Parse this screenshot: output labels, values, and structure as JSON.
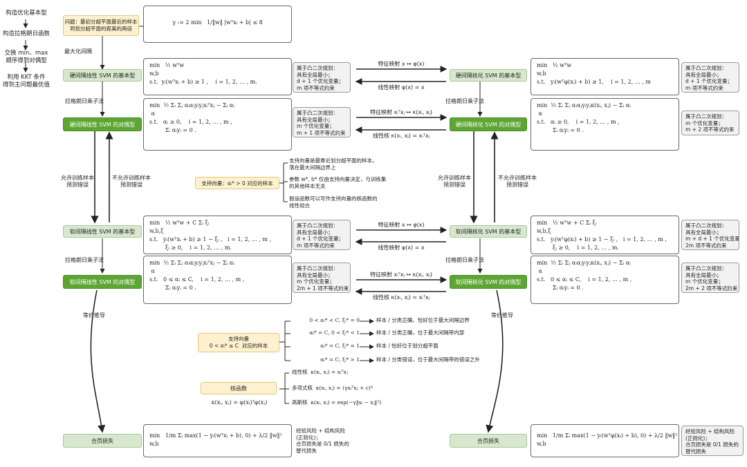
{
  "flow": {
    "step1": "构造优化基本型",
    "step2": "构造拉格朗日函数",
    "step3": "交换 min、max\n顺序得到对偶型",
    "step4": "利用 KKT 条件\n得到主问题最优值"
  },
  "top": {
    "question": "问题：最初分超平面最近的样本\n到划分超平面的距离的两倍",
    "gamma_formula": "γ := 2 min   1/‖w‖ |wᵀxᵢ + b| ≤ 8",
    "max_margin": "最大化间隔"
  },
  "left": {
    "hard_basic": "硬间隔线性 SVM 的基本型",
    "hard_dual": "硬间隔线性 SVM 的对偶型",
    "soft_basic": "软间隔线性 SVM 的基本型",
    "soft_dual": "软间隔线性 SVM 的对偶型",
    "hinge": "合页损失",
    "lagrange1": "拉格朗日乘子法",
    "lagrange2": "拉格朗日乘子法",
    "allow_wrong": "允许训练样本\n预测错误",
    "not_allow_wrong": "不允许训练样本\n预测错误",
    "equiv": "等价推导"
  },
  "right": {
    "hard_basic": "硬间隔核化 SVM 的基本型",
    "hard_dual": "硬间隔核化 SVM 的对偶型",
    "soft_basic": "软间隔核化 SVM 的基本型",
    "soft_dual": "软间隔核化 SVM 的对偶型",
    "hinge": "合页损失",
    "lagrange1": "拉格朗日乘子法",
    "lagrange2": "拉格朗日乘子法",
    "allow_wrong": "允许训练样本\n预测错误",
    "not_allow_wrong": "不允许训练样本\n预测错误",
    "equiv": "等价推导"
  },
  "formulas": {
    "l_hard_basic": "min   ½ wᵀw\nw,b\ns.t.  yᵢ(wᵀxᵢ + b) ≥ 1 ,    i = 1, 2, … , m.",
    "l_hard_dual": "min  ½ Σᵢ Σⱼ αᵢαⱼyᵢyⱼxᵢᵀxⱼ − Σᵢ αᵢ\n α\ns.t.   αᵢ ≥ 0,    i = 1, 2, … , m ,\n         Σᵢ αᵢyᵢ = 0 .",
    "l_soft_basic": "min   ½ wᵀw + C Σᵢ ξᵢ\nw,b,ξ\ns.t.   yᵢ(wᵀxᵢ + b) ≥ 1 − ξᵢ ,   i = 1, 2, … , m ,\n         ξᵢ ≥ 0,    i = 1, 2, … , m.",
    "l_soft_dual": "min  ½ Σᵢ Σⱼ αᵢαⱼyᵢyⱼxᵢᵀxⱼ − Σᵢ αᵢ\n α\ns.t.   0 ≤ αᵢ ≤ C,    i = 1, 2, … , m ,\n         Σᵢ αᵢyᵢ = 0 .",
    "l_hinge": "min   1/m Σᵢ max(1 − yᵢ(wᵀxᵢ + b), 0) + λ/2 ‖w‖²\nw,b",
    "r_hard_basic": "min   ½ wᵀw\nw,b\ns.t.   yᵢ(wᵀφ(xᵢ) + b) ≥ 1,    i = 1, 2, … , m",
    "r_hard_dual": "min  ½ Σᵢ Σⱼ αᵢαⱼyᵢyⱼκ(xᵢ, xⱼ) − Σᵢ αᵢ\n α\ns.t.   αᵢ ≥ 0,    i = 1, 2, … , m ,\n         Σᵢ αᵢyᵢ = 0 .",
    "r_soft_basic": "min   ½ wᵀw + C Σᵢ ξᵢ\nw,b,ξ\ns.t.   yᵢ(wᵀφ(xᵢ) + b) ≥ 1 − ξᵢ ,   i = 1, 2, … , m ,\n         ξᵢ ≥ 0,    i = 1, 2, … , m.",
    "r_soft_dual": "min  ½ Σᵢ Σⱼ αᵢαⱼyᵢyⱼκ(xᵢ, xⱼ) − Σᵢ αᵢ\n α\ns.t.   0 ≤ αᵢ ≤ C,    i = 1, 2, … , m ,\n         Σᵢ αᵢyᵢ = 0 .",
    "r_hinge": "min   1/m Σᵢ max(1 − yᵢ(wᵀφ(xᵢ) + b), 0) + λ/2 ‖w‖²\nw,b"
  },
  "notes": {
    "l_hard_basic": "属于凸二次规划：\n具有全局最小；\nd + 1 个优化变量；\nm 项不等式约束",
    "l_hard_dual": "属于凸二次规划：\n具有全局最小；\nm 个优化变量；\nm + 1 项不等式约束",
    "l_soft_basic": "属于凸二次规划：\n具有全局最小；\nd + 1 个优化变量；\nm 项不等式约束",
    "l_soft_dual": "属于凸二次规划：\n具有全局最小；\nm 个优化变量；\n2m + 1 项不等式约束",
    "l_hinge": "经验风险 + 结构风险\n(正则化)；\n合页损失是 0/1 损失的\n替代损失",
    "r_hard_basic": "属于凸二次规划：\n具有全局最小；\nd + 1 个优化变量；\nm 项不等式约束",
    "r_hard_dual": "属于凸二次规划：\nm 个优化变量；\nm + 2 项不等式约束",
    "r_soft_basic": "属于凸二次规划：\n具有全局最小；\nm + d + 1 个优化变量；\n2m 项不等式约束",
    "r_soft_dual": "属于凸二次规划：\n具有全局最小；\nm 个优化变量；\n2m + 2 项不等式约束",
    "r_hinge": "经验风险 + 结构风险\n(正则化)；\n合页损失是 0/1 损失的\n替代损失"
  },
  "maps": {
    "m1_top": "特征映射  x ↦ φ(x)",
    "m1_bot": "线性映射  φ(x) = x",
    "m2_top": "特征映射  xᵢᵀxⱼ ↦ κ(xᵢ, xⱼ)",
    "m2_bot": "线性核  κ(xᵢ, xⱼ) = xᵢᵀxⱼ",
    "m3_top": "特征映射  x ↦ φ(x)",
    "m3_bot": "线性映射  φ(x) = x",
    "m4_top": "特征映射  xᵢᵀxⱼ ↦ κ(xᵢ, xⱼ)",
    "m4_bot": "线性核  κ(xᵢ, xⱼ) = xᵢᵀxⱼ"
  },
  "support1": {
    "label": "支持向量：αᵢ* > 0 对应的样本",
    "b1": "支持向量是最靠近划分超平面的样本，\n落在最大间隔边界上",
    "b2": "参数 w*, b* 仅由支持向量决定，与训练集\n的其他样本无关",
    "b3": "假设函数可以写作支持向量的核函数的\n线性组合"
  },
  "support2": {
    "label": "支持向量\n0 < αᵢ* ≤ C  对应的样本",
    "c1": "0 < αᵢ* < C, ξᵢ* = 0",
    "d1": "样本 / 分类正确，恰好位于最大间隔边界",
    "c2": "αᵢ* = C, 0 < ξᵢ* < 1",
    "d2": "样本 / 分类正确，位于最大间隔带内部",
    "c3": "αᵢ* = C, ξᵢ* = 1",
    "d3": "样本 / 恰好位于划分超平面",
    "c4": "αᵢ* = C, ξᵢ* > 1",
    "d4": "样本 / 分类错误，位于最大间隔带的错误之外"
  },
  "kernel": {
    "label": "核函数",
    "formula": "κ(xᵢ, xⱼ) = φ(xᵢ)ᵀφ(xⱼ)",
    "k1": "线性核  κ(xᵢ, xⱼ) = xᵢᵀxⱼ",
    "k2": "多项式核  κ(xᵢ, xⱼ) = (γxᵢᵀxⱼ + c)ᵈ",
    "k3": "高斯核  κ(xᵢ, xⱼ) = exp(−γ‖xᵢ − xⱼ‖²)"
  }
}
